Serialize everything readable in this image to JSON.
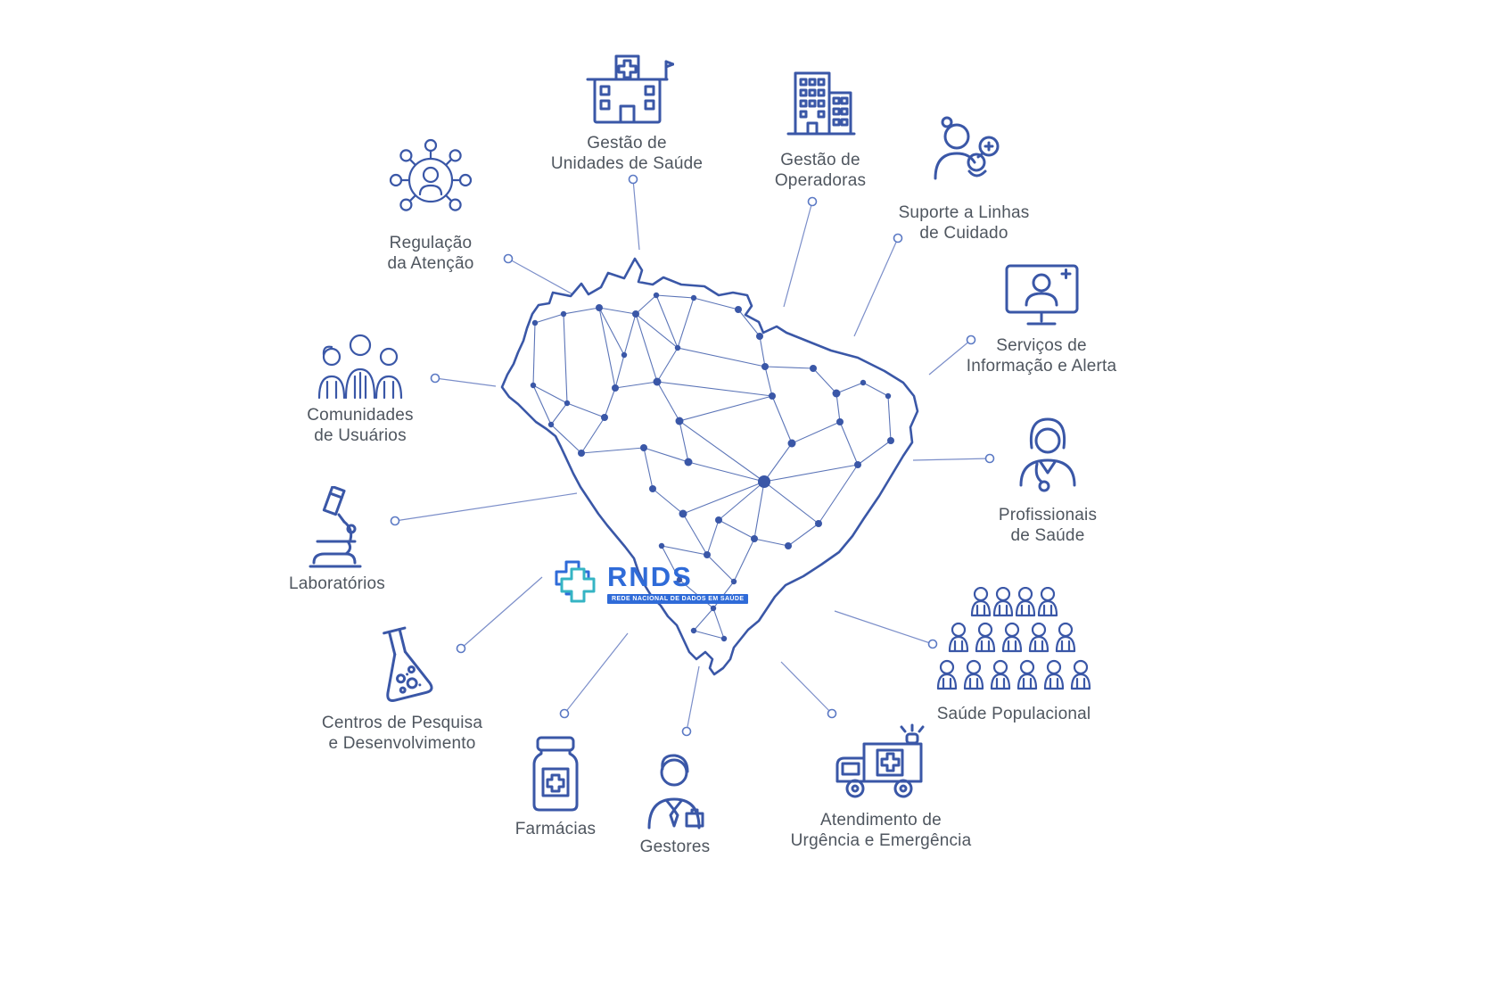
{
  "colors": {
    "primary_blue": "#3a57a7",
    "connector_blue": "#7b8ec9",
    "label_gray": "#4f565f",
    "logo_blue": "#2f6bd8",
    "logo_teal": "#35b4c4"
  },
  "logo": {
    "name": "RNDS",
    "tagline": "REDE NACIONAL DE DADOS EM SAÚDE"
  },
  "items": [
    {
      "id": "gestao-unidades",
      "icon": "hospital-icon",
      "label": "Gestão de\nUnidades de Saúde"
    },
    {
      "id": "gestao-operadoras",
      "icon": "office-building-icon",
      "label": "Gestão de\nOperadoras"
    },
    {
      "id": "suporte-linhas",
      "icon": "caregiver-icon",
      "label": "Suporte a Linhas\nde Cuidado"
    },
    {
      "id": "servicos-informacao",
      "icon": "telehealth-icon",
      "label": "Serviços de\nInformação e Alerta"
    },
    {
      "id": "profissionais-saude",
      "icon": "doctor-icon",
      "label": "Profissionais\nde Saúde"
    },
    {
      "id": "saude-populacional",
      "icon": "population-icon",
      "label": "Saúde Populacional"
    },
    {
      "id": "atendimento-urgencia",
      "icon": "ambulance-icon",
      "label": "Atendimento de\nUrgência e Emergência"
    },
    {
      "id": "gestores",
      "icon": "manager-icon",
      "label": "Gestores"
    },
    {
      "id": "farmacias",
      "icon": "medicine-jar-icon",
      "label": "Farmácias"
    },
    {
      "id": "centros-pesquisa",
      "icon": "flask-icon",
      "label": "Centros de Pesquisa\ne Desenvolvimento"
    },
    {
      "id": "laboratorios",
      "icon": "microscope-icon",
      "label": "Laboratórios"
    },
    {
      "id": "comunidades",
      "icon": "user-group-icon",
      "label": "Comunidades\nde Usuários"
    },
    {
      "id": "regulacao-atencao",
      "icon": "person-network-icon",
      "label": "Regulação\nda Atenção"
    }
  ]
}
